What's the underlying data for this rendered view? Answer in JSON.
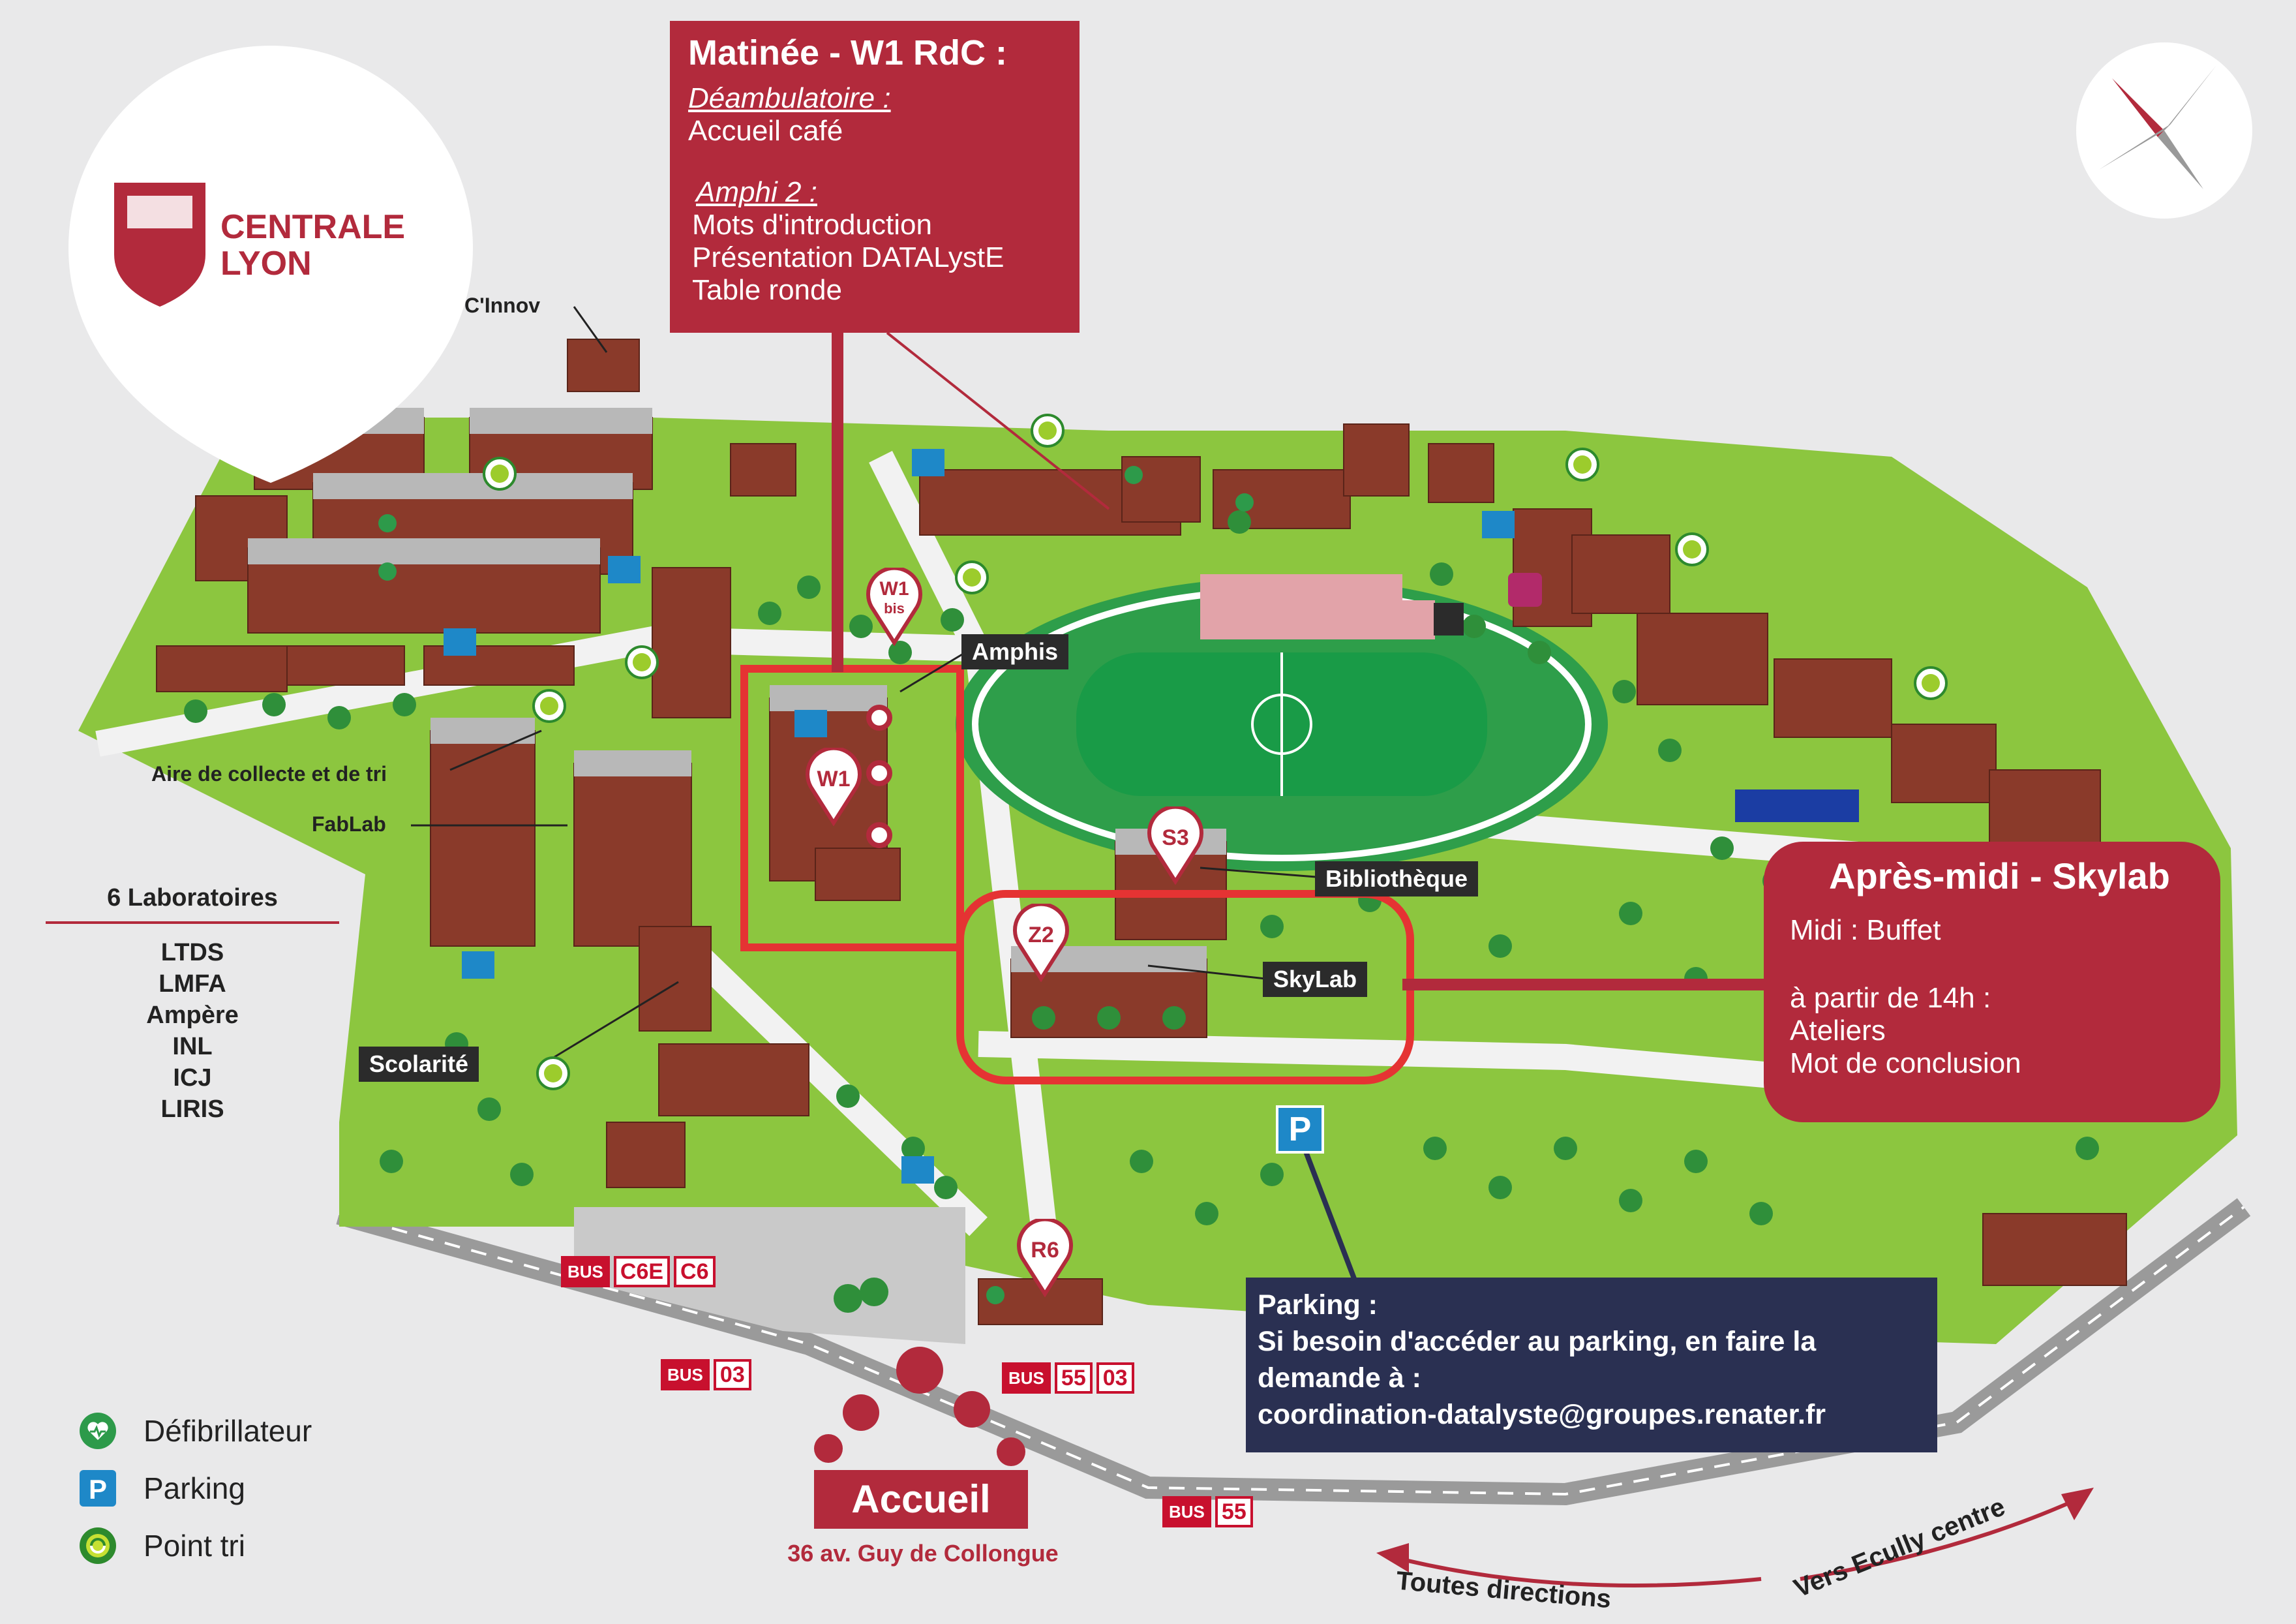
{
  "logo": {
    "line1": "CENTRALE",
    "line2": "LYON"
  },
  "morning_box": {
    "title": "Matinée - W1 RdC :",
    "sub1": "Déambulatoire :",
    "line1": "Accueil café",
    "sub2": "Amphi 2 :",
    "line2": "Mots d'introduction",
    "line3": "Présentation DATALystE",
    "line4": "Table ronde"
  },
  "afternoon_box": {
    "title": "Après-midi - Skylab",
    "line1": "Midi : Buffet",
    "line2": "à partir de 14h :",
    "line3": "Ateliers",
    "line4": "Mot de conclusion"
  },
  "parking_box": {
    "title": "Parking :",
    "line1": "Si besoin d'accéder au parking, en faire la",
    "line2": "demande à :",
    "line3": "coordination-datalyste@groupes.renater.fr"
  },
  "map_labels": {
    "cinnov": "C'Innov",
    "aire": "Aire de collecte et de tri",
    "fablab": "FabLab",
    "amphis": "Amphis",
    "bibliotheque": "Bibliothèque",
    "skylab": "SkyLab",
    "scolarite": "Scolarité",
    "toutes_directions": "Toutes directions",
    "vers_ecully": "Vers Ecully centre"
  },
  "pins": {
    "w1bis_a": "W1",
    "w1bis_b": "bis",
    "w1": "W1",
    "s3": "S3",
    "z2": "Z2",
    "r6": "R6"
  },
  "parking_sign": "P",
  "labs": {
    "title": "6 Laboratoires",
    "items": [
      "LTDS",
      "LMFA",
      "Ampère",
      "INL",
      "ICJ",
      "LIRIS"
    ]
  },
  "bus_stops": {
    "tag": "BUS",
    "stop1": [
      "C6E",
      "C6"
    ],
    "stop2": [
      "03"
    ],
    "stop3": [
      "55",
      "03"
    ],
    "stop4": [
      "55"
    ]
  },
  "accueil": {
    "label": "Accueil",
    "address": "36 av. Guy de Collongue"
  },
  "legend": [
    {
      "icon": "defibrillator-icon",
      "label": "Défibrillateur"
    },
    {
      "icon": "parking-icon",
      "label": "Parking"
    },
    {
      "icon": "recycling-icon",
      "label": "Point tri"
    }
  ],
  "colors": {
    "brand_red": "#b22a3c",
    "skylab_red": "#e53333",
    "navy": "#2a3052",
    "grass": "#8cc63f",
    "field": "#199b47",
    "building": "#8a3a2a",
    "parking_blue": "#1e88c8"
  }
}
